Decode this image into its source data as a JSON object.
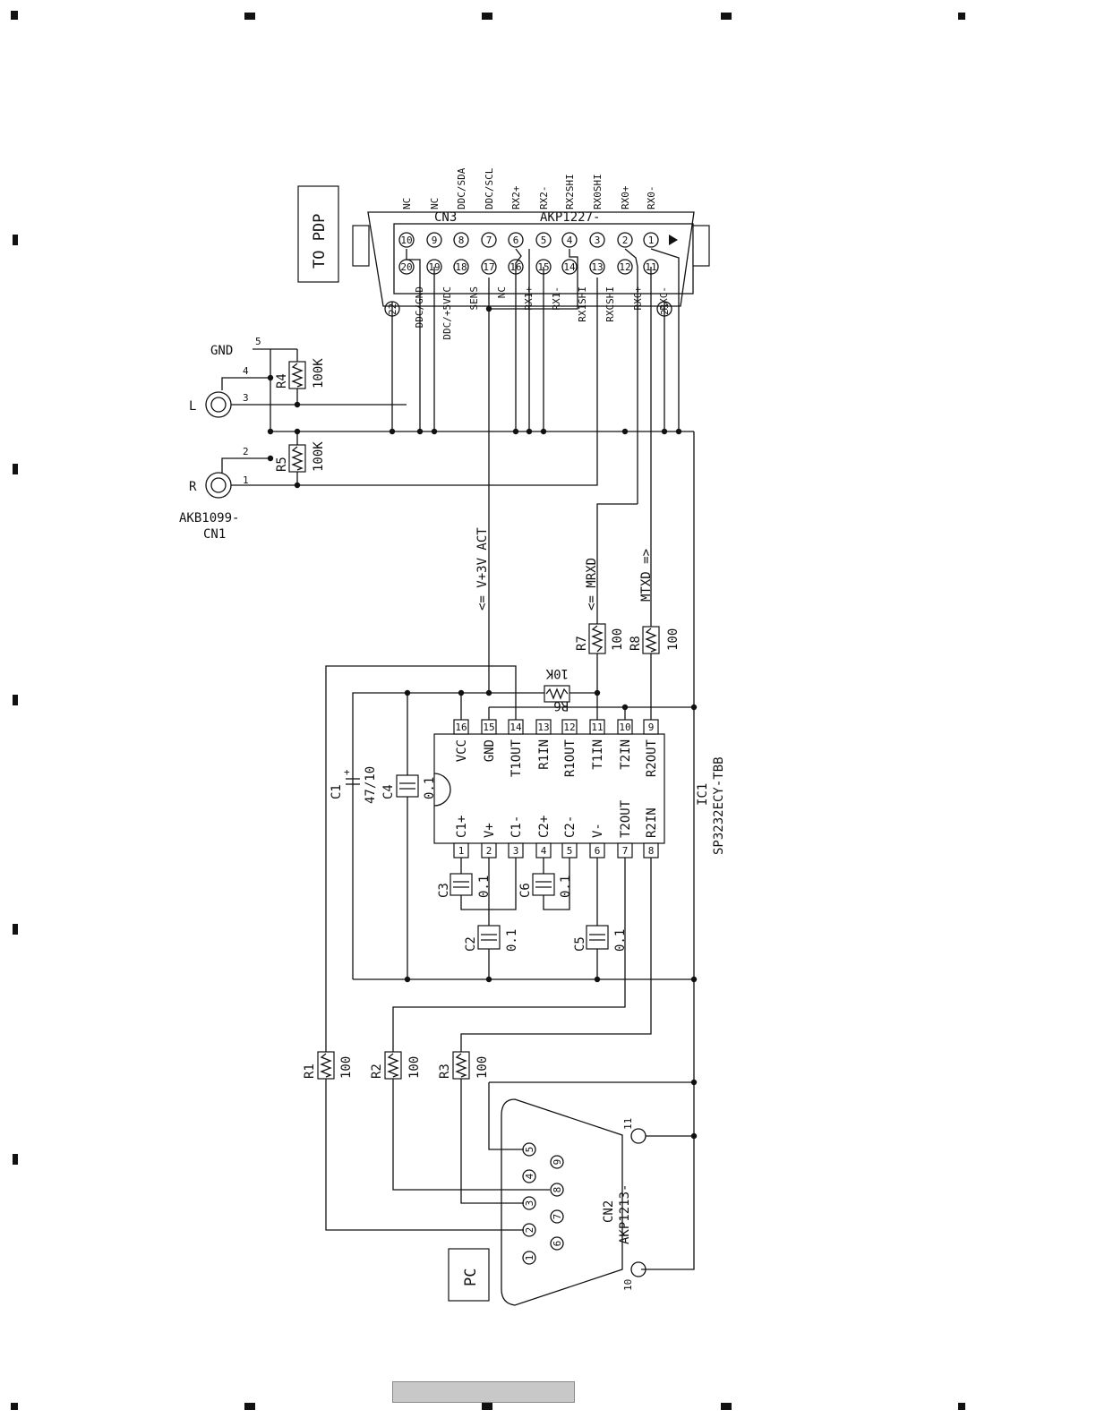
{
  "cn3": {
    "label": "TO PDP",
    "ref": "CN3",
    "part": "AKP1227-",
    "top_signals": [
      "NC",
      "NC",
      "DDC/SDA",
      "DDC/SCL",
      "RX2+",
      "RX2-",
      "RX2SHI",
      "RX0SHI",
      "RX0+",
      "RX0-"
    ],
    "bottom_signals": [
      "DDC/GND",
      "DDC/+5VDC",
      "SENS",
      "NC",
      "RX1+",
      "RX1-",
      "RX1SHI",
      "RXCSHI",
      "RXC+",
      "RXC-"
    ],
    "top_pins": [
      "10",
      "9",
      "8",
      "7",
      "6",
      "5",
      "4",
      "3",
      "2",
      "1"
    ],
    "bottom_pins": [
      "20",
      "19",
      "18",
      "17",
      "16",
      "15",
      "14",
      "13",
      "12",
      "11"
    ],
    "shield_pins": [
      "22",
      "21"
    ]
  },
  "cn1": {
    "ref": "CN1",
    "part": "AKB1099-",
    "gnd_label": "GND",
    "left_label": "L",
    "right_label": "R",
    "pins": [
      "5",
      "4",
      "3",
      "2",
      "1"
    ]
  },
  "resistors": {
    "r4": {
      "ref": "R4",
      "value": "100K"
    },
    "r5": {
      "ref": "R5",
      "value": "100K"
    },
    "r6": {
      "ref": "R6",
      "value": "10K"
    },
    "r7": {
      "ref": "R7",
      "value": "100"
    },
    "r8": {
      "ref": "R8",
      "value": "100"
    },
    "r1": {
      "ref": "R1",
      "value": "100"
    },
    "r2": {
      "ref": "R2",
      "value": "100"
    },
    "r3": {
      "ref": "R3",
      "value": "100"
    }
  },
  "capacitors": {
    "c1": {
      "ref": "C1",
      "value": "47/10"
    },
    "c2": {
      "ref": "C2",
      "value": "0.1"
    },
    "c3": {
      "ref": "C3",
      "value": "0.1"
    },
    "c4": {
      "ref": "C4",
      "value": "0.1"
    },
    "c5": {
      "ref": "C5",
      "value": "0.1"
    },
    "c6": {
      "ref": "C6",
      "value": "0.1"
    }
  },
  "signals": {
    "act": "<= V+3V ACT",
    "mrxd": "<= MRXD",
    "mtxd": "MTXD =>"
  },
  "ic1": {
    "ref": "IC1",
    "part": "SP3232ECY-TBB",
    "top_pins": [
      {
        "num": "16",
        "name": "VCC"
      },
      {
        "num": "15",
        "name": "GND"
      },
      {
        "num": "14",
        "name": "T1OUT"
      },
      {
        "num": "13",
        "name": "R1IN"
      },
      {
        "num": "12",
        "name": "R1OUT"
      },
      {
        "num": "11",
        "name": "T1IN"
      },
      {
        "num": "10",
        "name": "T2IN"
      },
      {
        "num": "9",
        "name": "R2OUT"
      }
    ],
    "bottom_pins": [
      {
        "num": "1",
        "name": "C1+"
      },
      {
        "num": "2",
        "name": "V+"
      },
      {
        "num": "3",
        "name": "C1-"
      },
      {
        "num": "4",
        "name": "C2+"
      },
      {
        "num": "5",
        "name": "C2-"
      },
      {
        "num": "6",
        "name": "V-"
      },
      {
        "num": "7",
        "name": "T2OUT"
      },
      {
        "num": "8",
        "name": "R2IN"
      }
    ]
  },
  "cn2": {
    "label": "PC",
    "ref": "CN2",
    "part": "AKP1213-",
    "pins": [
      "1",
      "2",
      "3",
      "4",
      "5",
      "6",
      "7",
      "8",
      "9"
    ],
    "shell_pins": [
      "11",
      "10"
    ]
  }
}
